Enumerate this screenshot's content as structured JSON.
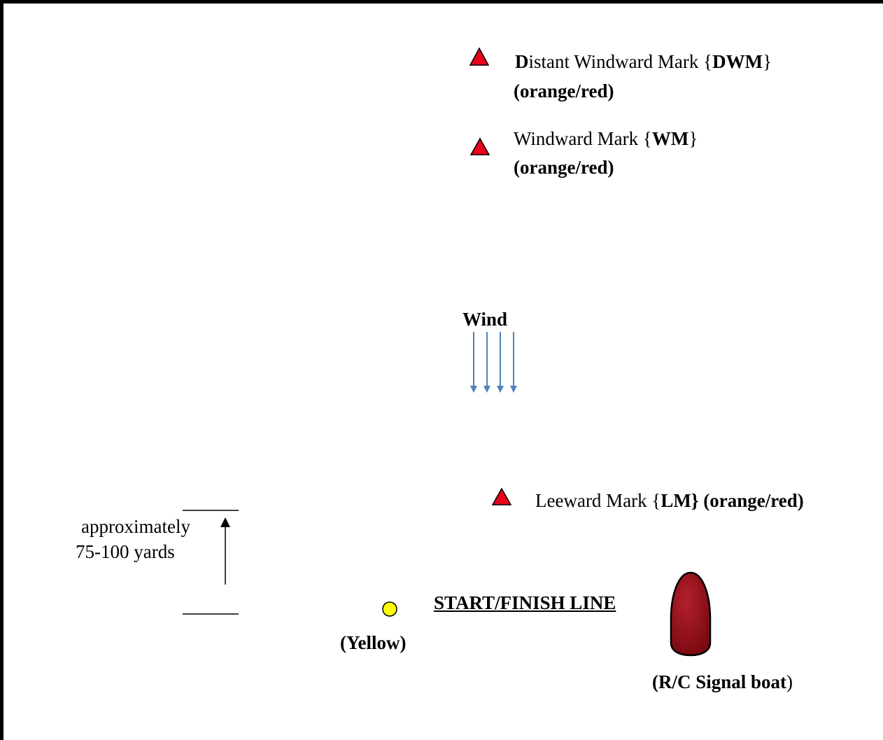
{
  "marks": {
    "dwm": {
      "first_letter": "D",
      "rest": "istant Windward Mark {",
      "abbr": "DWM",
      "close": "}",
      "color_note": "(orange/red)"
    },
    "wm": {
      "name": "Windward Mark {",
      "abbr": "WM",
      "close": "}",
      "color_note": "(orange/red)"
    },
    "lm": {
      "name": "Leeward Mark {",
      "abbr": "LM}",
      "color_note": "(orange/red)"
    },
    "mark_color": "#e8001c"
  },
  "wind": {
    "label": "Wind",
    "arrow_color": "#4f81bd"
  },
  "distance": {
    "line1": "approximately",
    "line2": "75-100 yards"
  },
  "start_finish": {
    "label": "START/FINISH LINE"
  },
  "yellow_buoy": {
    "label": "(Yellow)",
    "color": "#ffff00"
  },
  "signal_boat": {
    "open": "(",
    "label": "R/C Signal boat",
    "close": ")",
    "color": "#8b0a14"
  }
}
